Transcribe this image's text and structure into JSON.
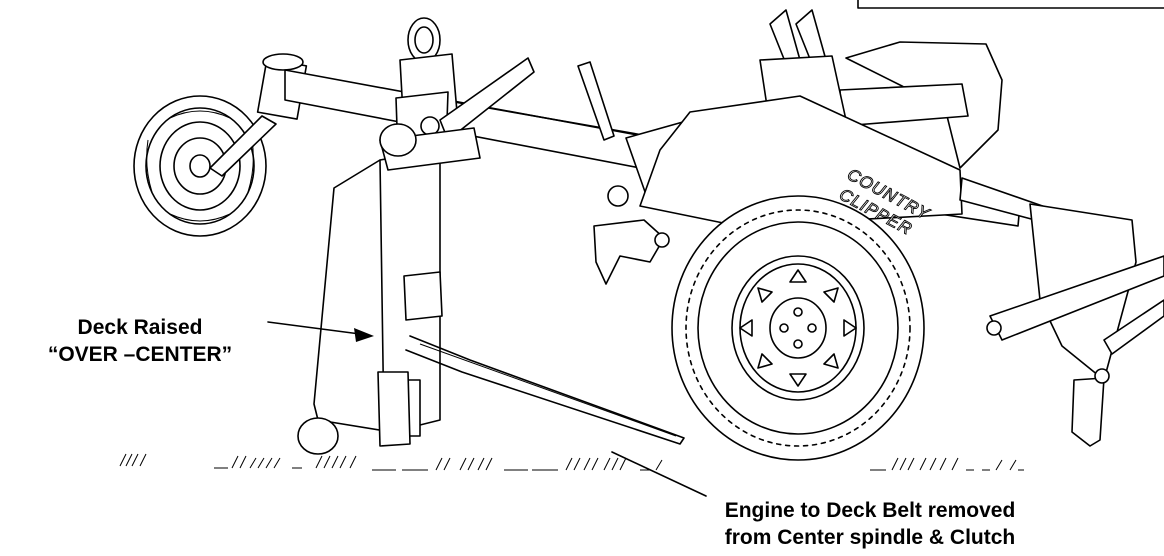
{
  "callouts": {
    "deck_raised": [
      "Deck Raised",
      "“OVER –CENTER”"
    ],
    "belt_removed": [
      "Engine to Deck Belt removed",
      "from Center spindle & Clutch"
    ]
  },
  "decal_text": [
    "COUNTRY",
    "CLIPPER"
  ],
  "colors": {
    "ink": "#000000",
    "paper": "#ffffff"
  }
}
